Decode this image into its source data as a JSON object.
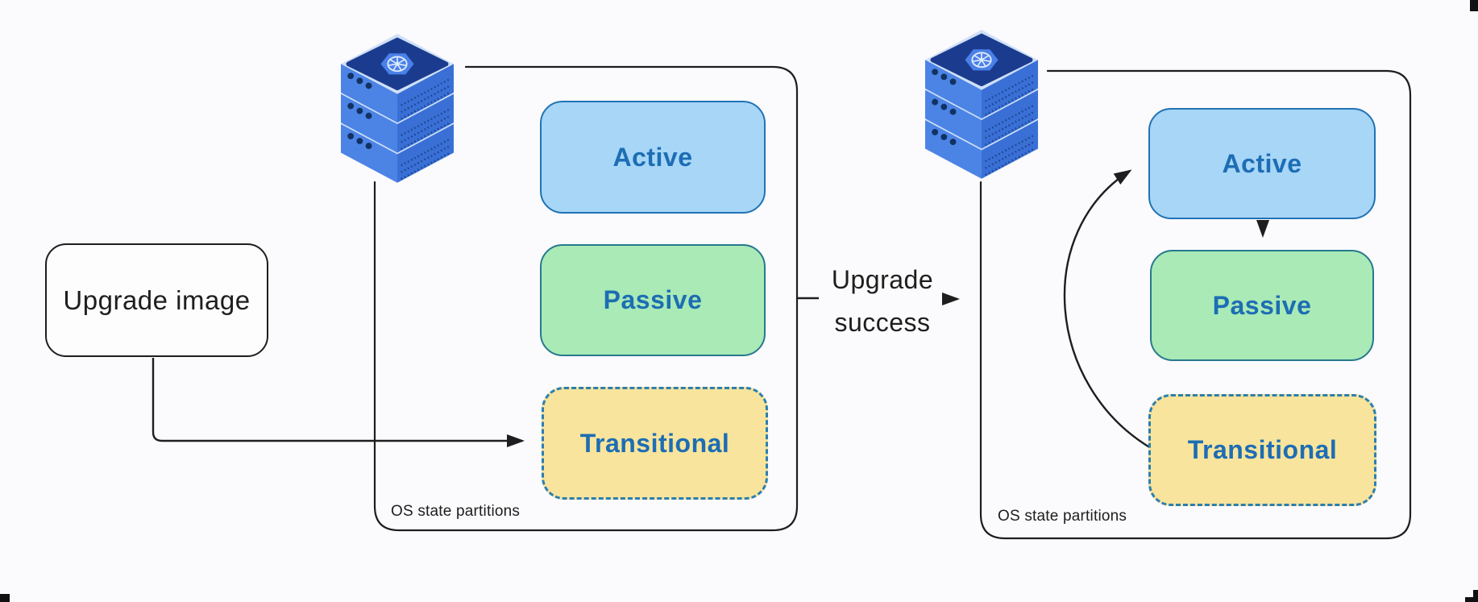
{
  "colors": {
    "ink": "#1e1e1e",
    "label-blue": "#1d6db4",
    "active-fill": "#a7d6f7",
    "active-border": "#2173b4",
    "passive-fill": "#a9eab6",
    "passive-border": "#27798f",
    "transitional-fill": "#f8e49c",
    "transitional-border": "#2c7fae",
    "background": "#fbfafc",
    "box-fill": "#fdfdfe"
  },
  "upgrade_image": {
    "label": "Upgrade image"
  },
  "transition_arrow": {
    "line1": "Upgrade",
    "line2": "success"
  },
  "left_panel": {
    "caption": "OS state partitions",
    "icon": "kubernetes-server-stack",
    "partitions": [
      {
        "label": "Active"
      },
      {
        "label": "Passive"
      },
      {
        "label": "Transitional"
      }
    ]
  },
  "right_panel": {
    "caption": "OS state partitions",
    "icon": "kubernetes-server-stack",
    "partitions": [
      {
        "label": "Active"
      },
      {
        "label": "Passive"
      },
      {
        "label": "Transitional"
      }
    ]
  }
}
